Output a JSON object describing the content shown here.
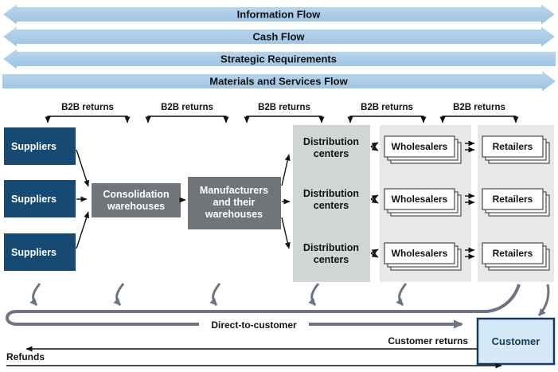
{
  "top_flows": [
    {
      "label": "Information Flow",
      "direction": "both"
    },
    {
      "label": "Cash Flow",
      "direction": "both"
    },
    {
      "label": "Strategic Requirements",
      "direction": "left"
    },
    {
      "label": "Materials and Services Flow",
      "direction": "right"
    }
  ],
  "b2b_returns": [
    "B2B returns",
    "B2B returns",
    "B2B returns",
    "B2B returns",
    "B2B returns"
  ],
  "nodes": {
    "suppliers": [
      "Suppliers",
      "Suppliers",
      "Suppliers"
    ],
    "consolidation": [
      "Consolidation",
      "warehouses"
    ],
    "manufacturers": [
      "Manufacturers",
      "and their",
      "warehouses"
    ],
    "distribution": [
      [
        "Distribution",
        "centers"
      ],
      [
        "Distribution",
        "centers"
      ],
      [
        "Distribution",
        "centers"
      ]
    ],
    "wholesalers": [
      "Wholesalers",
      "Wholesalers",
      "Wholesalers"
    ],
    "retailers": [
      "Retailers",
      "Retailers",
      "Retailers"
    ],
    "customer": "Customer"
  },
  "bottom_flows": {
    "direct_to_customer": "Direct-to-customer",
    "customer_returns": "Customer returns",
    "refunds": "Refunds"
  },
  "colors": {
    "flow_arrow_top": "#BCD7EE",
    "flow_arrow_bottom": "#9CC3E2",
    "supplier_box": "#174A73",
    "warehouse_box": "#70757A",
    "distribution_column": "#D2D5D5",
    "channel_column": "#E7E9E9",
    "customer_fill": "#D6E9F8",
    "customer_border": "#123C63",
    "direct_arrow_gray": "#6B7480",
    "connector_black": "#111111"
  }
}
